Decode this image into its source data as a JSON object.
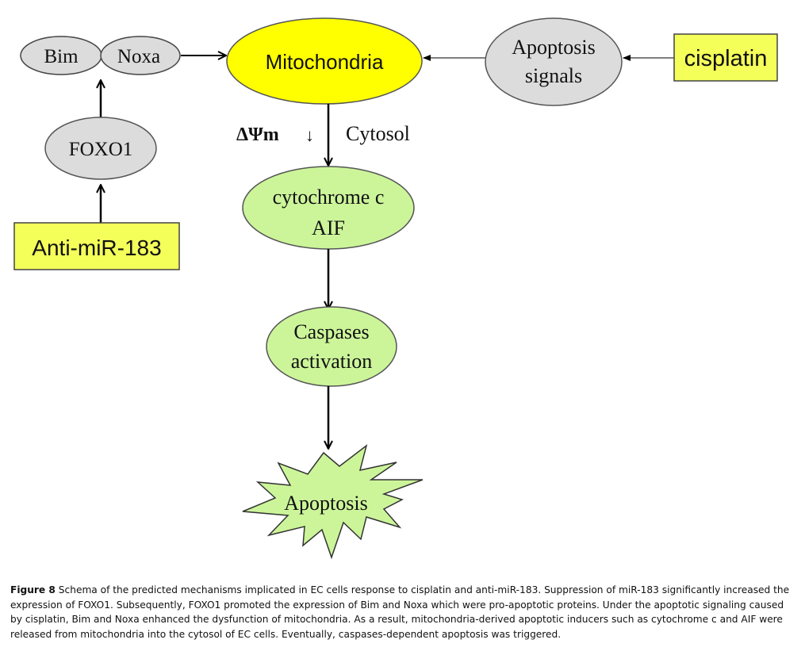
{
  "diagram": {
    "nodes": {
      "bim": "Bim",
      "noxa": "Noxa",
      "mitochondria": "Mitochondria",
      "apoptosis_signals_line1": "Apoptosis",
      "apoptosis_signals_line2": "signals",
      "cisplatin": "cisplatin",
      "foxo1": "FOXO1",
      "anti_mir": "Anti-miR-183",
      "cytochrome_line1": "cytochrome c",
      "cytochrome_line2": "AIF",
      "caspases_line1": "Caspases",
      "caspases_line2": "activation",
      "apoptosis": "Apoptosis"
    },
    "labels": {
      "delta_psi": "ΔΨm",
      "down_arrow": "↓",
      "cytosol": "Cytosol"
    },
    "colors": {
      "yellow_node": "#ffff00",
      "yellow_box": "#f5ff5a",
      "grey_node": "#dcdcdc",
      "green_node": "#ccf59a",
      "outline": "#333333"
    }
  },
  "caption": {
    "label": "Figure 8",
    "text": " Schema of the predicted mechanisms implicated in EC cells response to cisplatin and anti-miR-183. Suppression of miR-183 significantly increased the expression of FOXO1. Subsequently, FOXO1 promoted the expression of Bim and Noxa which were pro-apoptotic proteins. Under the apoptotic signaling caused by cisplatin, Bim and Noxa enhanced the dysfunction of mitochondria. As a result, mitochondria-derived apoptotic inducers such as cytochrome c and AIF were released from mitochondria into the cytosol of EC cells. Eventually, caspases-dependent apoptosis was triggered."
  }
}
